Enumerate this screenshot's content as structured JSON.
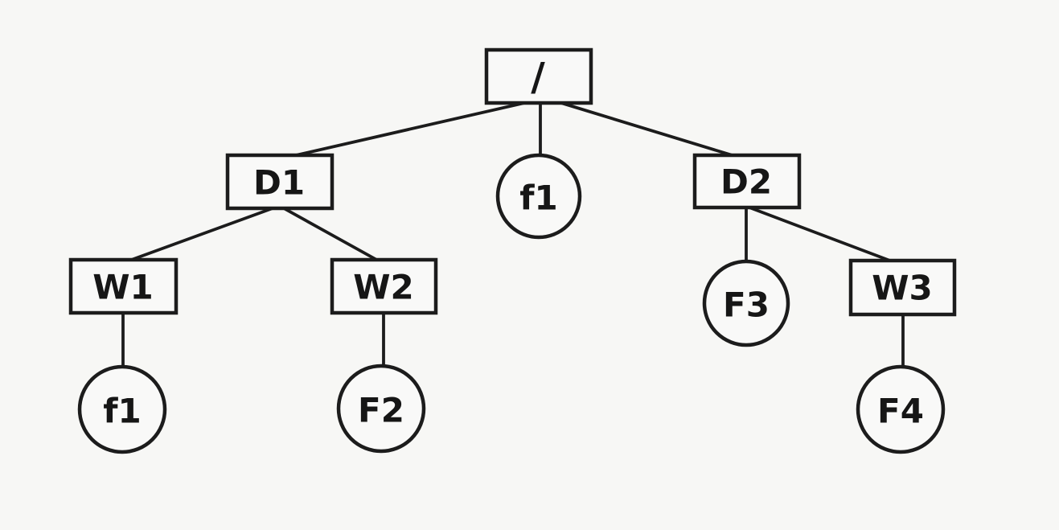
{
  "colors": {
    "background": "#f7f7f5",
    "line": "#1c1c1c",
    "shape_fill": "#f9f9f8"
  },
  "diagram": {
    "type": "tree",
    "nodes": {
      "root": {
        "label": "/",
        "shape": "rectangle"
      },
      "d1": {
        "label": "D1",
        "shape": "rectangle"
      },
      "f1_mid": {
        "label": "f1",
        "shape": "circle"
      },
      "d2": {
        "label": "D2",
        "shape": "rectangle"
      },
      "w1": {
        "label": "W1",
        "shape": "rectangle"
      },
      "w2": {
        "label": "W2",
        "shape": "rectangle"
      },
      "f3": {
        "label": "F3",
        "shape": "circle"
      },
      "w3": {
        "label": "W3",
        "shape": "rectangle"
      },
      "f1_leaf": {
        "label": "f1",
        "shape": "circle"
      },
      "f2": {
        "label": "F2",
        "shape": "circle"
      },
      "f4": {
        "label": "F4",
        "shape": "circle"
      }
    },
    "edges": [
      {
        "from": "root",
        "to": "d1"
      },
      {
        "from": "root",
        "to": "f1_mid"
      },
      {
        "from": "root",
        "to": "d2"
      },
      {
        "from": "d1",
        "to": "w1"
      },
      {
        "from": "d1",
        "to": "w2"
      },
      {
        "from": "d2",
        "to": "f3"
      },
      {
        "from": "d2",
        "to": "w3"
      },
      {
        "from": "w1",
        "to": "f1_leaf"
      },
      {
        "from": "w2",
        "to": "f2"
      },
      {
        "from": "w3",
        "to": "f4"
      }
    ]
  }
}
